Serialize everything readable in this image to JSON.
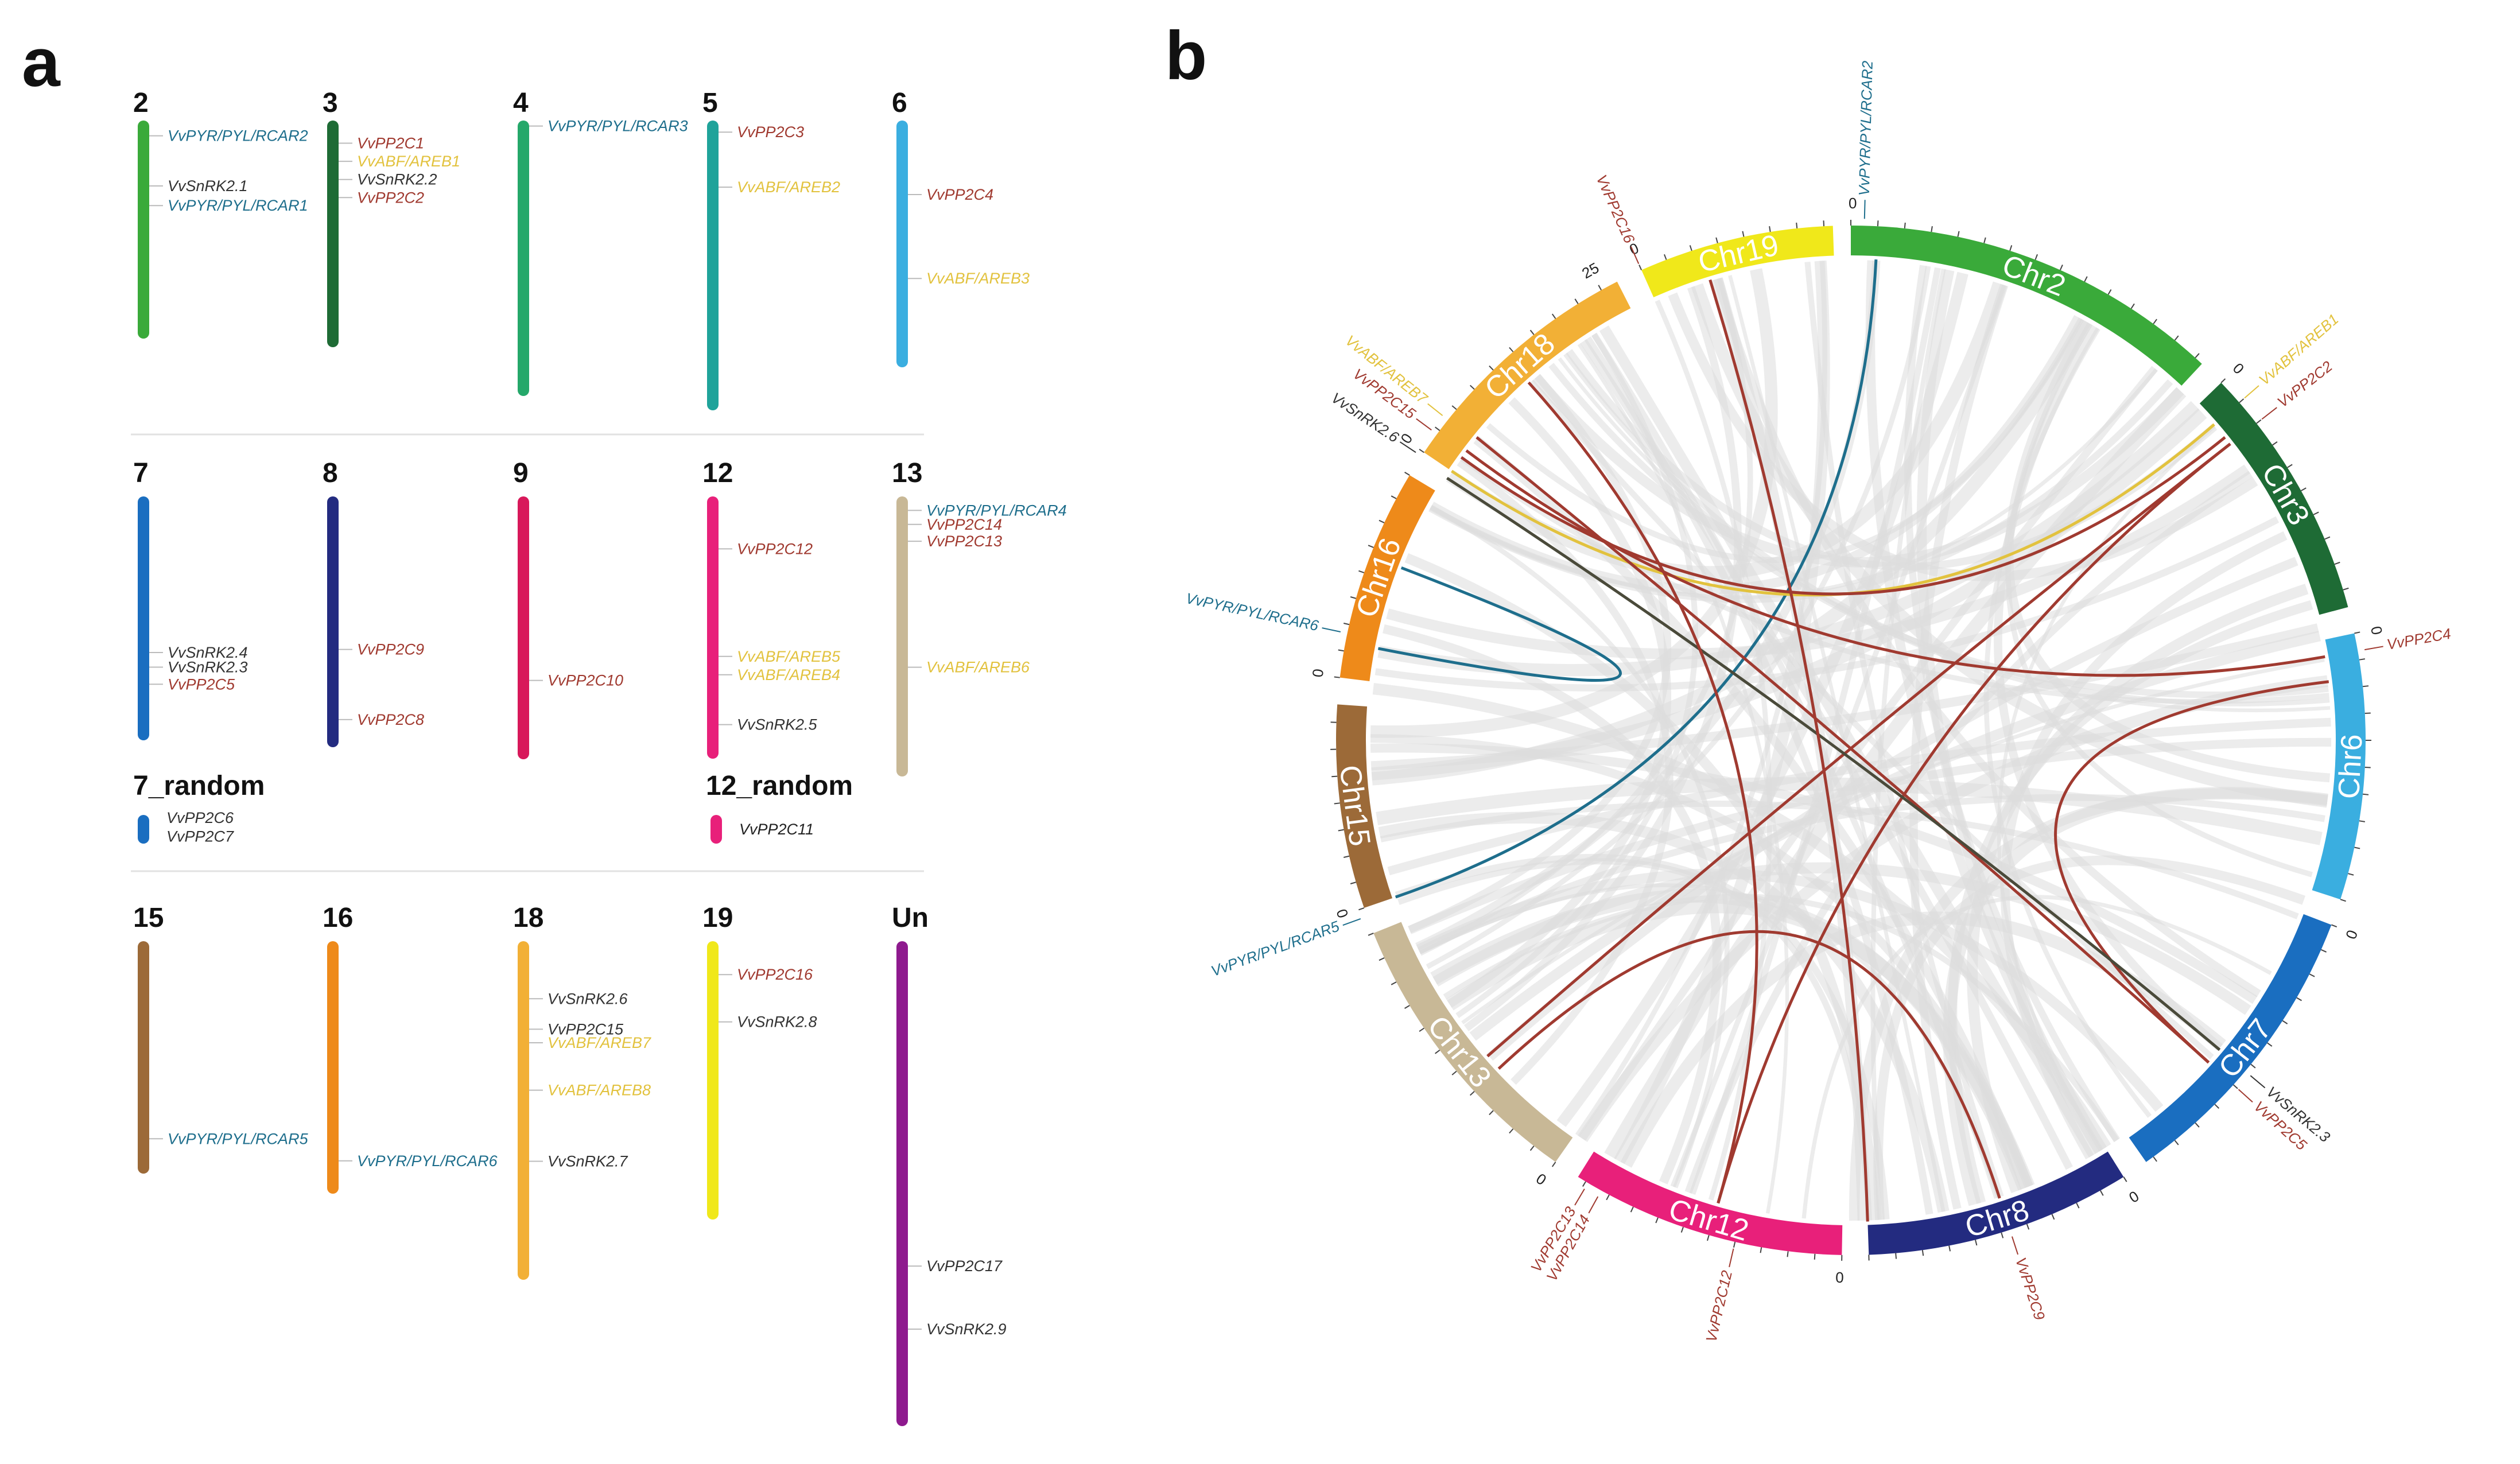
{
  "panel_a": {
    "label": "a",
    "rows": [
      {
        "chromosomes": [
          {
            "name": "2",
            "color": "#3aaa3a",
            "genes": [
              {
                "label": "VvPYR/PYL/RCAR2",
                "color": "#1e6e8c",
                "pos": 0.07
              },
              {
                "label": "VvSnRK2.1",
                "color": "#333333",
                "pos": 0.3
              },
              {
                "label": "VvPYR/PYL/RCAR1",
                "color": "#1e6e8c",
                "pos": 0.39
              }
            ]
          },
          {
            "name": "3",
            "color": "#1e6b35",
            "genes": [
              {
                "label": "VvPP2C1",
                "color": "#a03a30",
                "pos": 0.1
              },
              {
                "label": "VvABF/AREB1",
                "color": "#e2c23e",
                "pos": 0.18
              },
              {
                "label": "VvSnRK2.2",
                "color": "#333333",
                "pos": 0.26
              },
              {
                "label": "VvPP2C2",
                "color": "#a03a30",
                "pos": 0.34
              }
            ]
          },
          {
            "name": "4",
            "color": "#25a86a",
            "genes": [
              {
                "label": "VvPYR/PYL/RCAR3",
                "color": "#1e6e8c",
                "pos": 0.02
              }
            ]
          },
          {
            "name": "5",
            "color": "#1fa39a",
            "genes": [
              {
                "label": "VvPP2C3",
                "color": "#a03a30",
                "pos": 0.04
              },
              {
                "label": "VvABF/AREB2",
                "color": "#e2c23e",
                "pos": 0.23
              }
            ]
          },
          {
            "name": "6",
            "color": "#3aaee0",
            "genes": [
              {
                "label": "VvPP2C4",
                "color": "#a03a30",
                "pos": 0.3
              },
              {
                "label": "VvABF/AREB3",
                "color": "#e2c23e",
                "pos": 0.64
              }
            ]
          }
        ]
      },
      {
        "chromosomes": [
          {
            "name": "7",
            "color": "#1a6ec0",
            "genes": [
              {
                "label": "VvSnRK2.4",
                "color": "#333333",
                "pos": 0.64
              },
              {
                "label": "VvSnRK2.3",
                "color": "#333333",
                "pos": 0.7
              },
              {
                "label": "VvPP2C5",
                "color": "#a03a30",
                "pos": 0.77
              }
            ]
          },
          {
            "name": "8",
            "color": "#232b80",
            "genes": [
              {
                "label": "VvPP2C9",
                "color": "#a03a30",
                "pos": 0.61
              },
              {
                "label": "VvPP2C8",
                "color": "#a03a30",
                "pos": 0.89
              }
            ]
          },
          {
            "name": "9",
            "color": "#d8185a",
            "genes": [
              {
                "label": "VvPP2C10",
                "color": "#a03a30",
                "pos": 0.7
              }
            ]
          },
          {
            "name": "12",
            "color": "#e8207a",
            "genes": [
              {
                "label": "VvPP2C12",
                "color": "#a03a30",
                "pos": 0.2
              },
              {
                "label": "VvABF/AREB5",
                "color": "#e2c23e",
                "pos": 0.61
              },
              {
                "label": "VvABF/AREB4",
                "color": "#e2c23e",
                "pos": 0.68
              },
              {
                "label": "VvSnRK2.5",
                "color": "#333333",
                "pos": 0.87
              }
            ]
          },
          {
            "name": "13",
            "color": "#c8b896",
            "genes": [
              {
                "label": "VvPYR/PYL/RCAR4",
                "color": "#1e6e8c",
                "pos": 0.05
              },
              {
                "label": "VvPP2C14",
                "color": "#a03a30",
                "pos": 0.1
              },
              {
                "label": "VvPP2C13",
                "color": "#a03a30",
                "pos": 0.16
              },
              {
                "label": "VvABF/AREB6",
                "color": "#e2c23e",
                "pos": 0.61
              }
            ]
          }
        ],
        "randoms": [
          {
            "name": "7_random",
            "color": "#1a6ec0",
            "genes": [
              {
                "label": "VvPP2C6",
                "color": "#333333",
                "pos": 0.1
              },
              {
                "label": "VvPP2C7",
                "color": "#333333",
                "pos": 0.75
              }
            ]
          },
          {
            "name": "12_random",
            "color": "#e8207a",
            "genes": [
              {
                "label": "VvPP2C11",
                "color": "#222222",
                "pos": 0.5
              }
            ]
          }
        ]
      },
      {
        "chromosomes": [
          {
            "name": "15",
            "color": "#9c6a38",
            "genes": [
              {
                "label": "VvPYR/PYL/RCAR5",
                "color": "#1e6e8c",
                "pos": 0.85
              }
            ]
          },
          {
            "name": "16",
            "color": "#ee8a1a",
            "genes": [
              {
                "label": "VvPYR/PYL/RCAR6",
                "color": "#1e6e8c",
                "pos": 0.87
              }
            ]
          },
          {
            "name": "18",
            "color": "#f2b036",
            "genes": [
              {
                "label": "VvSnRK2.6",
                "color": "#333333",
                "pos": 0.17
              },
              {
                "label": "VvPP2C15",
                "color": "#333333",
                "pos": 0.26
              },
              {
                "label": "VvABF/AREB7",
                "color": "#e2c23e",
                "pos": 0.3
              },
              {
                "label": "VvABF/AREB8",
                "color": "#e2c23e",
                "pos": 0.44
              },
              {
                "label": "VvSnRK2.7",
                "color": "#333333",
                "pos": 0.65
              }
            ]
          },
          {
            "name": "19",
            "color": "#f0e81a",
            "genes": [
              {
                "label": "VvPP2C16",
                "color": "#a03a30",
                "pos": 0.12
              },
              {
                "label": "VvSnRK2.8",
                "color": "#333333",
                "pos": 0.29
              }
            ]
          },
          {
            "name": "Un",
            "color": "#8e1a8e",
            "genes": [
              {
                "label": "VvPP2C17",
                "color": "#333333",
                "pos": 0.67
              },
              {
                "label": "VvSnRK2.9",
                "color": "#333333",
                "pos": 0.8
              }
            ]
          }
        ]
      }
    ]
  },
  "panel_b": {
    "label": "b",
    "chromosomes": [
      {
        "name": "Chr2",
        "color": "#3aaa3a",
        "start": 0,
        "end": 43,
        "zero_label": "0"
      },
      {
        "name": "Chr3",
        "color": "#1e6b35",
        "start": 46,
        "end": 75,
        "zero_label": "0"
      },
      {
        "name": "Chr6",
        "color": "#3aaee0",
        "start": 78,
        "end": 108,
        "zero_label": "0"
      },
      {
        "name": "Chr7",
        "color": "#1a6ec0",
        "start": 111,
        "end": 145,
        "zero_label": "0"
      },
      {
        "name": "Chr8",
        "color": "#232b80",
        "start": 148,
        "end": 178,
        "zero_label": "0"
      },
      {
        "name": "Chr12",
        "color": "#e8207a",
        "start": 181,
        "end": 212,
        "zero_label": "0"
      },
      {
        "name": "Chr13",
        "color": "#c8b896",
        "start": 215,
        "end": 248,
        "zero_label": "0"
      },
      {
        "name": "Chr15",
        "color": "#9c6a38",
        "start": 251,
        "end": 274,
        "zero_label": "0"
      },
      {
        "name": "Chr16",
        "color": "#ee8a1a",
        "start": 277,
        "end": 301,
        "zero_label": "0"
      },
      {
        "name": "Chr18",
        "color": "#f2b036",
        "start": 304,
        "end": 333,
        "zero_label": "0",
        "extra_tick": "25"
      },
      {
        "name": "Chr19",
        "color": "#f0e81a",
        "start": 336,
        "end": 358,
        "zero_label": "0"
      }
    ],
    "gene_labels": [
      {
        "label": "VvPYR/PYL/RCAR2",
        "color": "#1e6e8c",
        "angle": 1.5
      },
      {
        "label": "VvABF/AREB1",
        "color": "#e2c23e",
        "angle": 49
      },
      {
        "label": "VvPP2C2",
        "color": "#a03a30",
        "angle": 52
      },
      {
        "label": "VvPP2C4",
        "color": "#a03a30",
        "angle": 80
      },
      {
        "label": "VvSnRK2.3",
        "color": "#333333",
        "angle": 130
      },
      {
        "label": "VvPP2C5",
        "color": "#a03a30",
        "angle": 132
      },
      {
        "label": "VvPP2C9",
        "color": "#a03a30",
        "angle": 162
      },
      {
        "label": "VvPP2C12",
        "color": "#a03a30",
        "angle": 193
      },
      {
        "label": "VvPP2C14",
        "color": "#a03a30",
        "angle": 209
      },
      {
        "label": "VvPP2C13",
        "color": "#a03a30",
        "angle": 210.7
      },
      {
        "label": "VvPYR/PYL/RCAR5",
        "color": "#1e6e8c",
        "angle": 250
      },
      {
        "label": "VvPYR/PYL/RCAR6",
        "color": "#1e6e8c",
        "angle": 282
      },
      {
        "label": "VvSnRK2.6",
        "color": "#333333",
        "angle": 303.5
      },
      {
        "label": "VvPP2C15",
        "color": "#a03a30",
        "angle": 306.5
      },
      {
        "label": "VvABF/AREB7",
        "color": "#e2c23e",
        "angle": 308.5
      },
      {
        "label": "VvPP2C16",
        "color": "#a03a30",
        "angle": 336
      }
    ],
    "links": [
      {
        "a": 3,
        "b": 251,
        "color": "#1e6e8c"
      },
      {
        "a": 281,
        "b": 291,
        "color": "#1e6e8c"
      },
      {
        "a": 49,
        "b": 304,
        "color": "#e2c23e"
      },
      {
        "a": 51,
        "b": 306,
        "color": "#a03a30"
      },
      {
        "a": 52,
        "b": 229,
        "color": "#a03a30"
      },
      {
        "a": 52,
        "b": 196,
        "color": "#a03a30"
      },
      {
        "a": 80,
        "b": 307,
        "color": "#a03a30"
      },
      {
        "a": 83,
        "b": 132,
        "color": "#a03a30"
      },
      {
        "a": 132,
        "b": 309,
        "color": "#a03a30"
      },
      {
        "a": 130,
        "b": 303,
        "color": "#4a4a3a"
      },
      {
        "a": 343,
        "b": 178,
        "color": "#a03a30"
      },
      {
        "a": 162,
        "b": 227,
        "color": "#a03a30"
      },
      {
        "a": 196,
        "b": 318,
        "color": "#a03a30"
      }
    ]
  }
}
